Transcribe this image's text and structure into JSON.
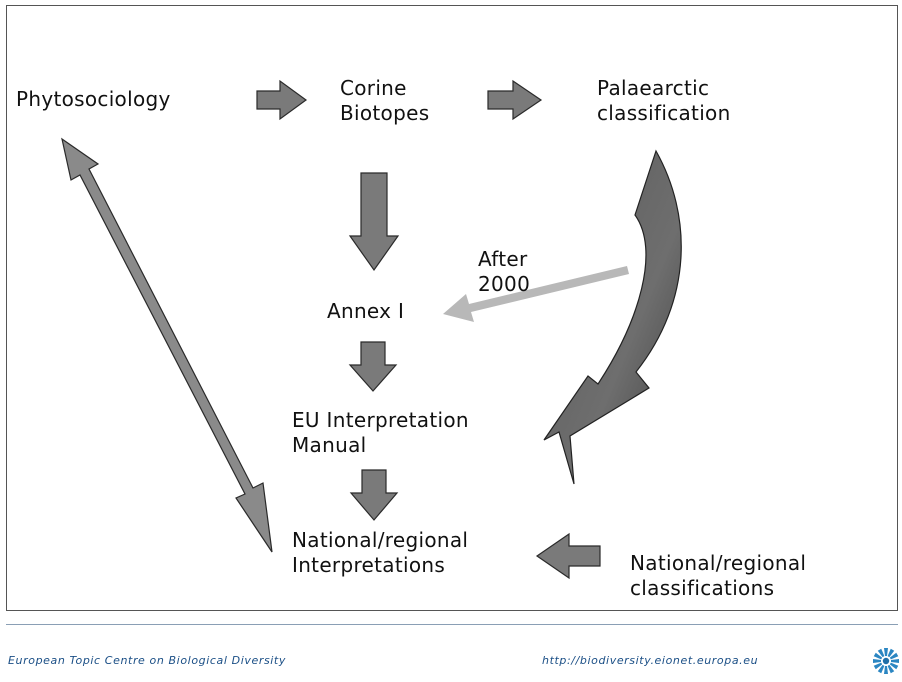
{
  "nodes": {
    "phytosociology": [
      "Phytosociology"
    ],
    "corine": [
      "Corine",
      "Biotopes"
    ],
    "palaearctic": [
      "Palaearctic",
      "classification"
    ],
    "annex": [
      "Annex I"
    ],
    "after": [
      "After",
      "2000"
    ],
    "eu_manual": [
      "EU Interpretation",
      "Manual"
    ],
    "national_interp": [
      "National/regional",
      "Interpretations"
    ],
    "national_class": [
      "National/regional",
      "classifications"
    ]
  },
  "footer": {
    "left": "European Topic Centre on Biological Diversity",
    "right": "http://biodiversity.eionet.europa.eu"
  },
  "colors": {
    "arrow_fill": "#7a7a7a",
    "arrow_dark": "#4a4a4a",
    "after_arrow": "#b8b8b8",
    "footer_text": "#1b4f86"
  }
}
